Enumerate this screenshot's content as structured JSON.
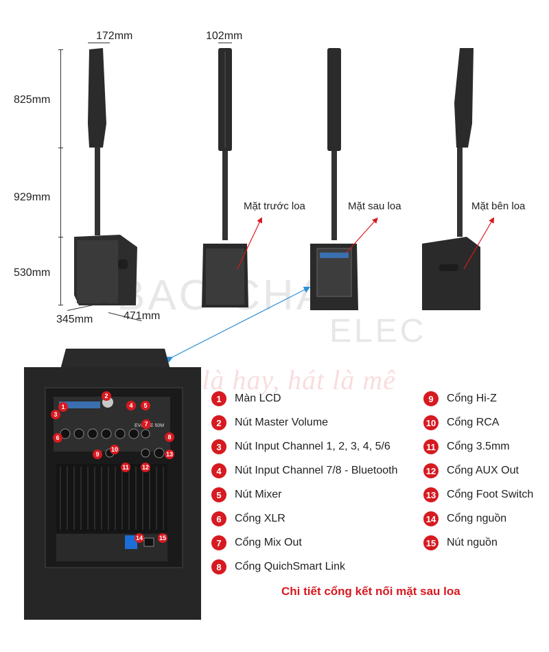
{
  "dimensions": {
    "top_width": "172mm",
    "top_depth": "102mm",
    "column_height": "825mm",
    "pole_height": "929mm",
    "sub_height": "530mm",
    "sub_width": "345mm",
    "sub_depth": "471mm"
  },
  "views": {
    "front": "Mặt trước loa",
    "rear": "Mặt sau loa",
    "side": "Mặt bên loa"
  },
  "watermark": {
    "brand_line1": "BAO CHAU",
    "brand_line2": "ELEC",
    "slogan": "Nghe là hay, hát là mê"
  },
  "panel": {
    "model": "EVOLVE 50M"
  },
  "legend_left": [
    {
      "n": "1",
      "text": "Màn LCD"
    },
    {
      "n": "2",
      "text": "Nút Master Volume"
    },
    {
      "n": "3",
      "text": "Nút Input Channel 1, 2, 3, 4, 5/6"
    },
    {
      "n": "4",
      "text": "Nút Input Channel  7/8 - Bluetooth"
    },
    {
      "n": "5",
      "text": "Nút Mixer"
    },
    {
      "n": "6",
      "text": "Cổng XLR"
    },
    {
      "n": "7",
      "text": "Cổng Mix Out"
    },
    {
      "n": "8",
      "text": "Cổng QuichSmart Link"
    }
  ],
  "legend_right": [
    {
      "n": "9",
      "text": "Cổng Hi-Z"
    },
    {
      "n": "10",
      "text": "Cổng RCA"
    },
    {
      "n": "11",
      "text": "Cổng 3.5mm"
    },
    {
      "n": "12",
      "text": "Cổng AUX Out"
    },
    {
      "n": "13",
      "text": "Cổng Foot Switch"
    },
    {
      "n": "14",
      "text": "Cổng nguồn"
    },
    {
      "n": "15",
      "text": "Nút nguồn"
    }
  ],
  "footer": "Chi tiết cổng kết nối mặt sau loa",
  "colors": {
    "accent": "#d71920",
    "arrow": "#2a8fd8",
    "speaker": "#2b2b2b"
  }
}
